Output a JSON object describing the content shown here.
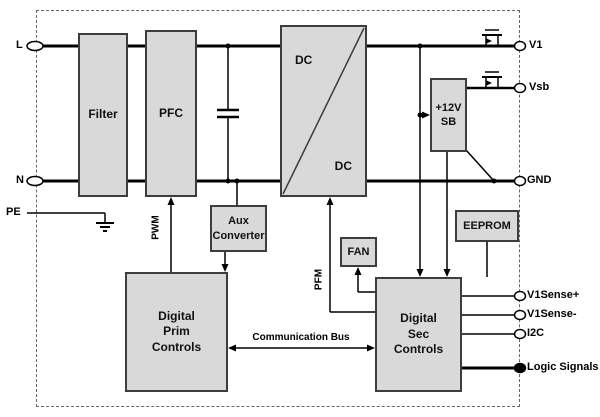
{
  "blocks": {
    "filter": "Filter",
    "pfc": "PFC",
    "dc_top": "DC",
    "dc_bottom": "DC",
    "sb": "+12V\nSB",
    "aux": "Aux\nConverter",
    "fan": "FAN",
    "eeprom": "EEPROM",
    "prim": "Digital\nPrim\nControls",
    "sec": "Digital\nSec\nControls"
  },
  "terminals": {
    "l": "L",
    "n": "N",
    "pe": "PE",
    "v1": "V1",
    "vsb": "Vsb",
    "gnd": "GND",
    "v1sense_plus": "V1Sense+",
    "v1sense_minus": "V1Sense-",
    "i2c": "I2C",
    "logic": "Logic Signals"
  },
  "signals": {
    "pwm": "PWM",
    "pfm": "PFM",
    "comm_bus": "Communication Bus"
  },
  "colors": {
    "block_fill": "#d9d9d9",
    "block_border": "#3d3d3d",
    "wire": "#000000",
    "background": "#ffffff",
    "enclosure_border": "#666666"
  }
}
